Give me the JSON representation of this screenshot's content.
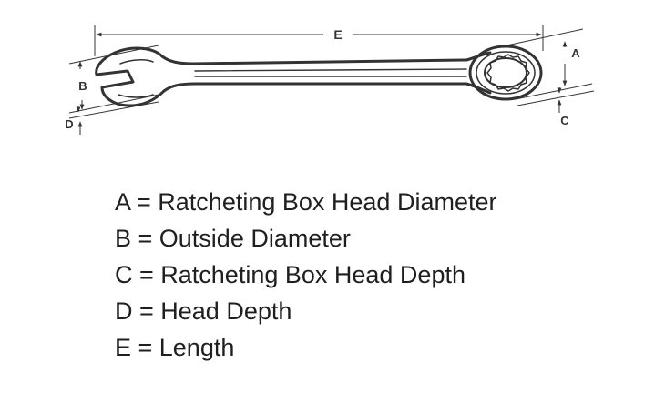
{
  "diagram": {
    "labels": {
      "a": "A",
      "b": "B",
      "c": "C",
      "d": "D",
      "e": "E"
    }
  },
  "legend": [
    {
      "letter": "A",
      "text": "A = Ratcheting Box Head Diameter"
    },
    {
      "letter": "B",
      "text": "B = Outside Diameter"
    },
    {
      "letter": "C",
      "text": "C = Ratcheting Box Head Depth"
    },
    {
      "letter": "D",
      "text": "D = Head Depth"
    },
    {
      "letter": "E",
      "text": "E = Length"
    }
  ],
  "colors": {
    "line": "#333333",
    "text": "#1f1f1f",
    "background": "#ffffff"
  }
}
